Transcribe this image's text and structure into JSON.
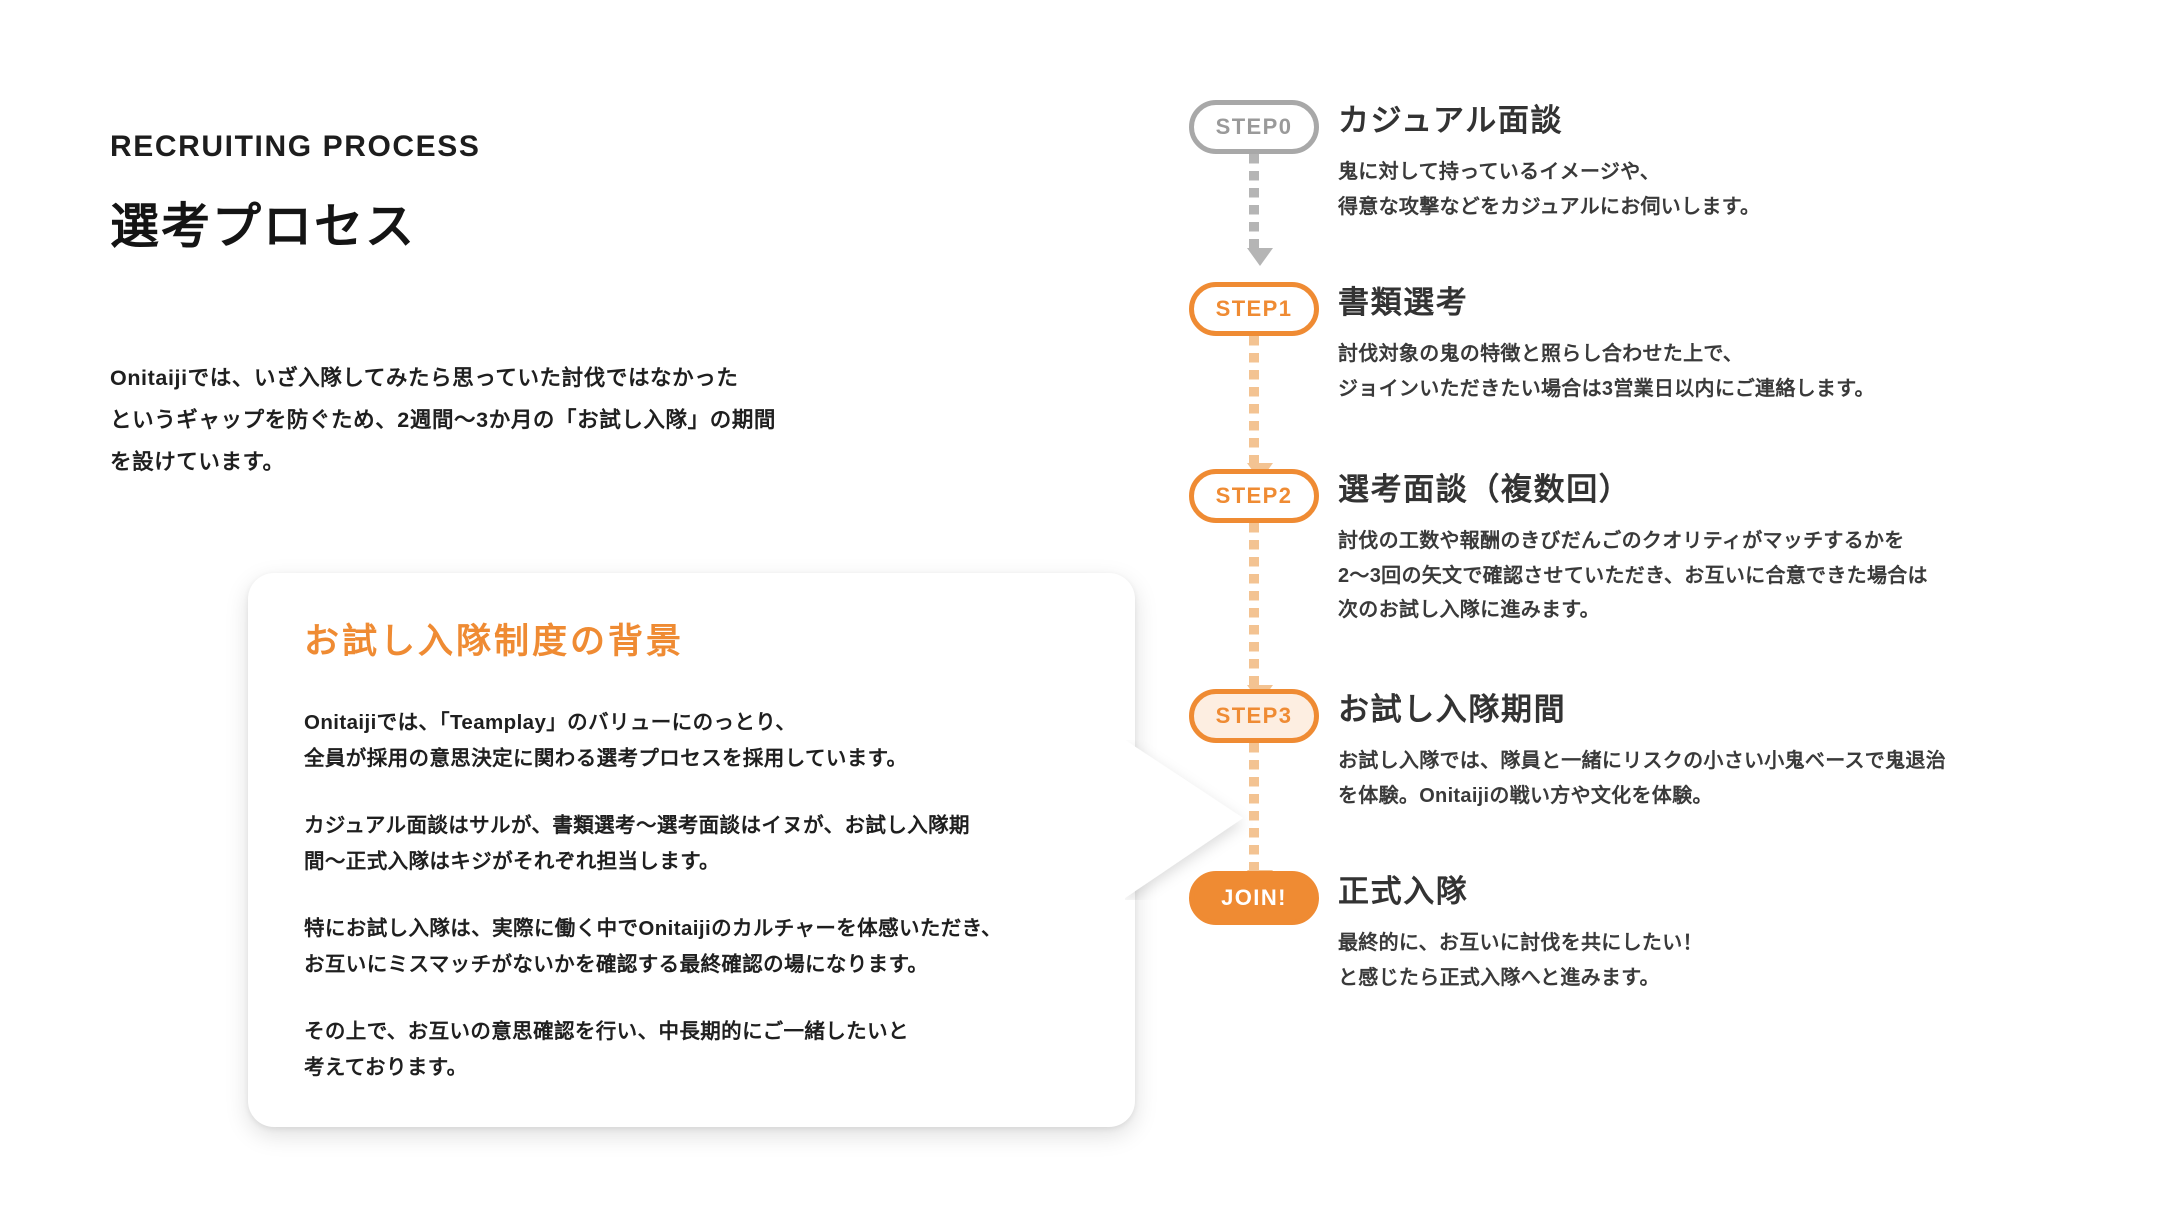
{
  "colors": {
    "accent_orange": "#ef8b33",
    "soft_orange_fill": "#fdeee1",
    "connector_orange": "#f3c392",
    "connector_gray": "#b5b5b5",
    "badge_gray": "#a8a8a8",
    "text_dark": "#2b2b2b",
    "background": "#ffffff"
  },
  "left": {
    "eyebrow": "RECRUITING PROCESS",
    "title": "選考プロセス",
    "intro": "Onitaijiでは、いざ入隊してみたら思っていた討伐ではなかった\nというギャップを防ぐため、2週間〜3か月の「お試し入隊」の期間\nを設けています。"
  },
  "callout": {
    "heading": "お試し入隊制度の背景",
    "paragraphs": [
      "Onitaijiでは、「Teamplay」のバリューにのっとり、\n全員が採用の意思決定に関わる選考プロセスを採用しています。",
      "カジュアル面談はサルが、書類選考〜選考面談はイヌが、お試し入隊期\n間〜正式入隊はキジがそれぞれ担当します。",
      "特にお試し入隊は、実際に働く中でOnitaijiのカルチャーを体感いただき、\nお互いにミスマッチがないかを確認する最終確認の場になります。",
      "その上で、お互いの意思確認を行い、中長期的にご一緒したいと\n考えております。"
    ]
  },
  "timeline": {
    "steps": [
      {
        "badge": "STEP0",
        "badge_style": "gray",
        "title": "カジュアル面談",
        "desc": "鬼に対して持っているイメージや、\n得意な攻撃などをカジュアルにお伺いします。",
        "connector_color": "gray",
        "connector_height": 112
      },
      {
        "badge": "STEP1",
        "badge_style": "orange-outline",
        "title": "書類選考",
        "desc": "討伐対象の鬼の特徴と照らし合わせた上で、\nジョインいただきたい場合は3営業日以内にご連絡します。",
        "connector_color": "orange",
        "connector_height": 145
      },
      {
        "badge": "STEP2",
        "badge_style": "orange-outline",
        "title": "選考面談（複数回）",
        "desc": "討伐の工数や報酬のきびだんごのクオリティがマッチするかを\n2〜3回の矢文で確認させていただき、お互いに合意できた場合は\n次のお試し入隊に進みます。",
        "connector_color": "orange",
        "connector_height": 180
      },
      {
        "badge": "STEP3",
        "badge_style": "orange-soft",
        "title": "お試し入隊期間",
        "desc": "お試し入隊では、隊員と一緒にリスクの小さい小鬼ベースで鬼退治\nを体験。Onitaijiの戦い方や文化を体験。",
        "connector_color": "orange",
        "connector_height": 145
      },
      {
        "badge": "JOIN!",
        "badge_style": "orange-solid",
        "title": "正式入隊",
        "desc": "最終的に、お互いに討伐を共にしたい！\nと感じたら正式入隊へと進みます。",
        "connector_color": "none",
        "connector_height": 0
      }
    ]
  }
}
